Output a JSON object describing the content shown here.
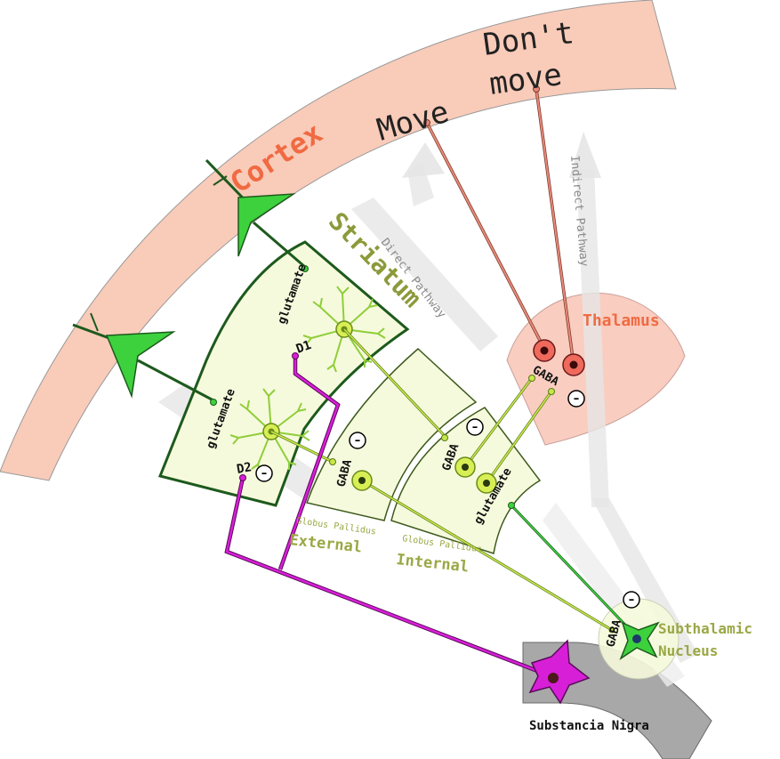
{
  "labels": {
    "cortex": "Cortex",
    "striatum": "Striatum",
    "thalamus": "Thalamus",
    "move": "Move",
    "dont": "Don't",
    "dont_move": "move",
    "direct_pathway": "Direct Pathway",
    "indirect_pathway": "Indirect Pathway",
    "gp_ext_small": "Globus Pallidus",
    "gp_ext_big": "External",
    "gp_int_small": "Globus Pallidus",
    "gp_int_big": "Internal",
    "stn_line1": "Subthalamic",
    "stn_line2": "Nucleus",
    "substantia_nigra": "Substancia Nigra",
    "glutamate_1": "glutamate",
    "glutamate_2": "glutamate",
    "glutamate_3": "glutamate",
    "d1": "D1",
    "d2": "D2",
    "gaba_gpe": "GABA",
    "gaba_gpi": "GABA",
    "gaba_thalamus": "GABA",
    "gaba_stn": "GABA",
    "minus": "–"
  },
  "colors": {
    "cortex_fill": "#f9cbb9",
    "cortex_text": "#f06a42",
    "striatum_fill": "#f6fadc",
    "striatum_border": "#1d5a1d",
    "striatum_text": "#8c9a3a",
    "thalamus_fill": "#f9cdc0",
    "thalamus_text": "#f06a42",
    "gp_text": "#9aa845",
    "pathway_arrow": "#e2e2e2",
    "neuron_green": "#3dd13d",
    "neuron_lime": "#c8e84a",
    "neuron_red": "#ef6a5c",
    "nigra_magenta": "#d81fd8",
    "nigra_band": "#a8a8a8"
  }
}
